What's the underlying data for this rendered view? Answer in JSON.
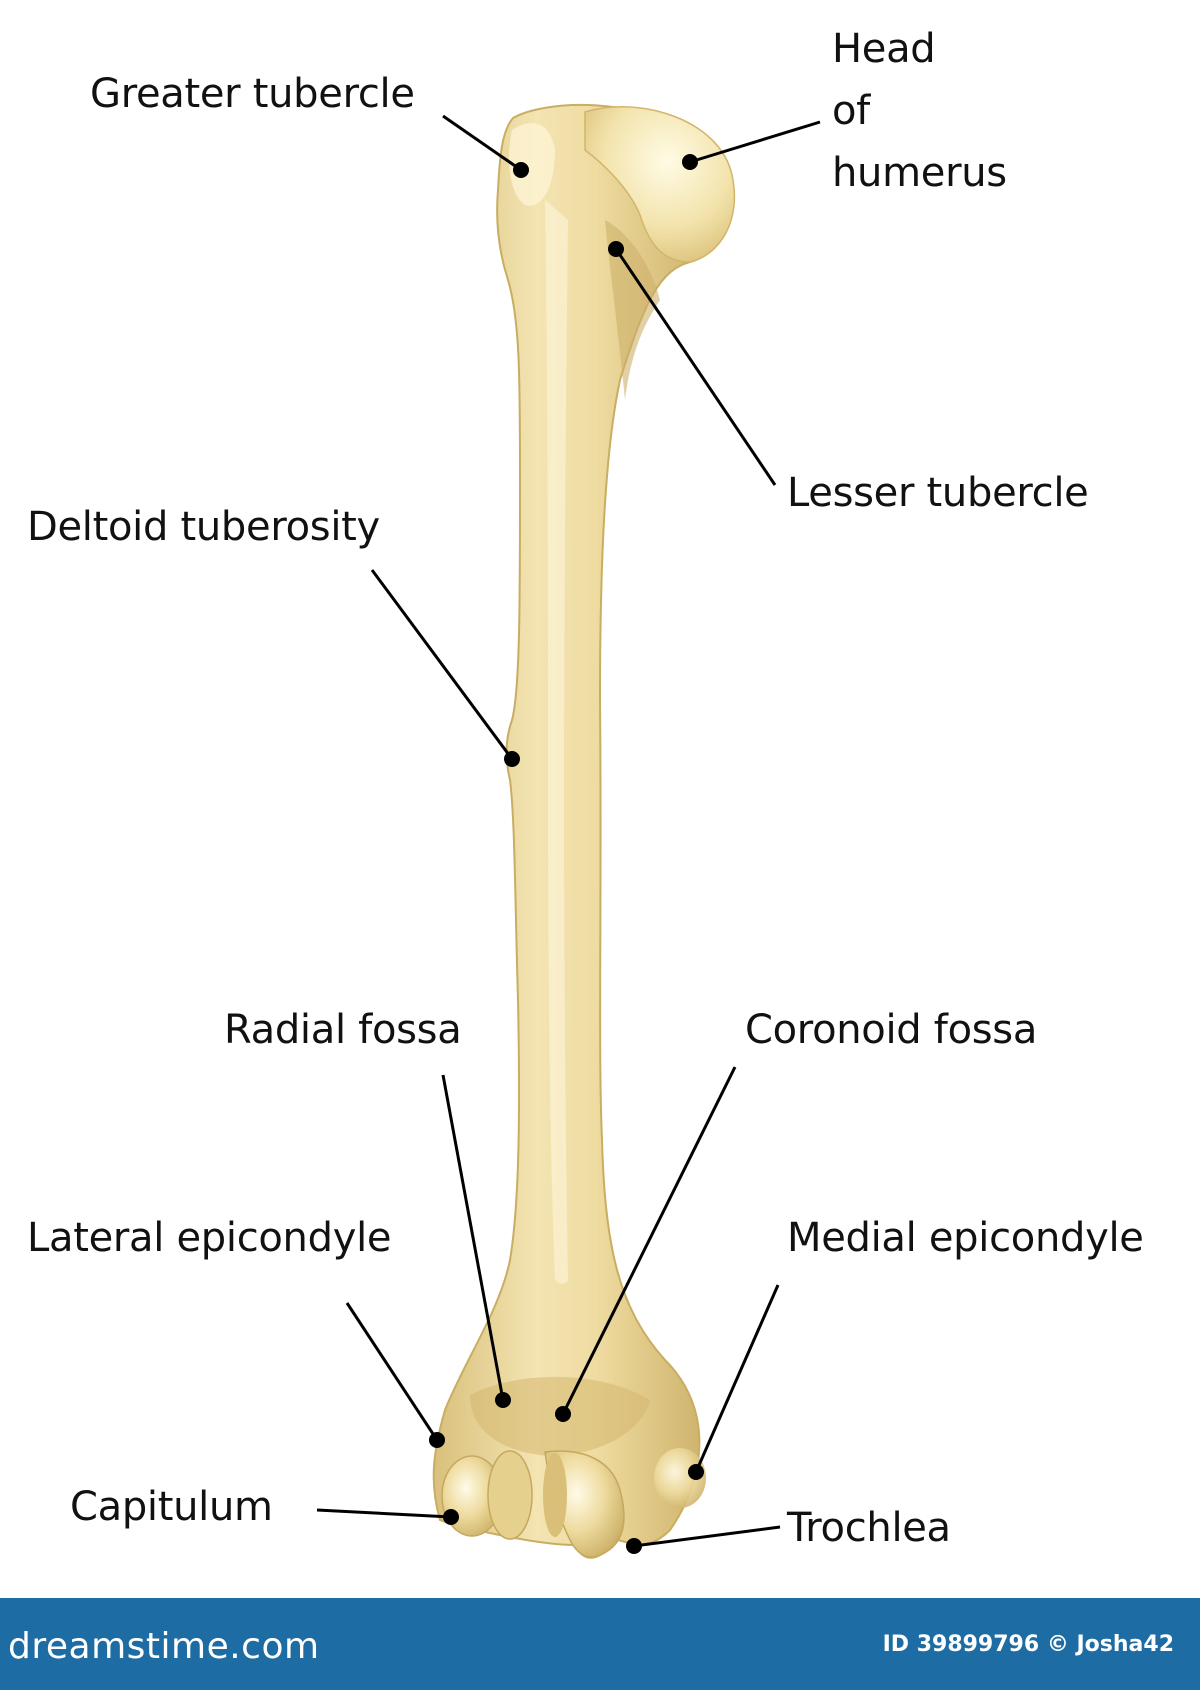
{
  "colors": {
    "bone": "#ecdba0",
    "bone_shadow": "#c9ad62",
    "bone_highlight": "#fffbe6",
    "line": "#000000",
    "footer_bg": "#1d6da4"
  },
  "labels": {
    "greater_tubercle": "Greater tubercle",
    "head_of_humerus": [
      "Head",
      "of",
      "humerus"
    ],
    "lesser_tubercle": "Lesser tubercle",
    "deltoid_tuberosity": "Deltoid tuberosity",
    "radial_fossa": "Radial fossa",
    "coronoid_fossa": "Coronoid fossa",
    "lateral_epicondyle": "Lateral epicondyle",
    "medial_epicondyle": "Medial epicondyle",
    "capitulum": "Capitulum",
    "trochlea": "Trochlea"
  },
  "footer": {
    "brand": "dreamstime.com",
    "image_info": "ID 39899796 © Josha42"
  }
}
